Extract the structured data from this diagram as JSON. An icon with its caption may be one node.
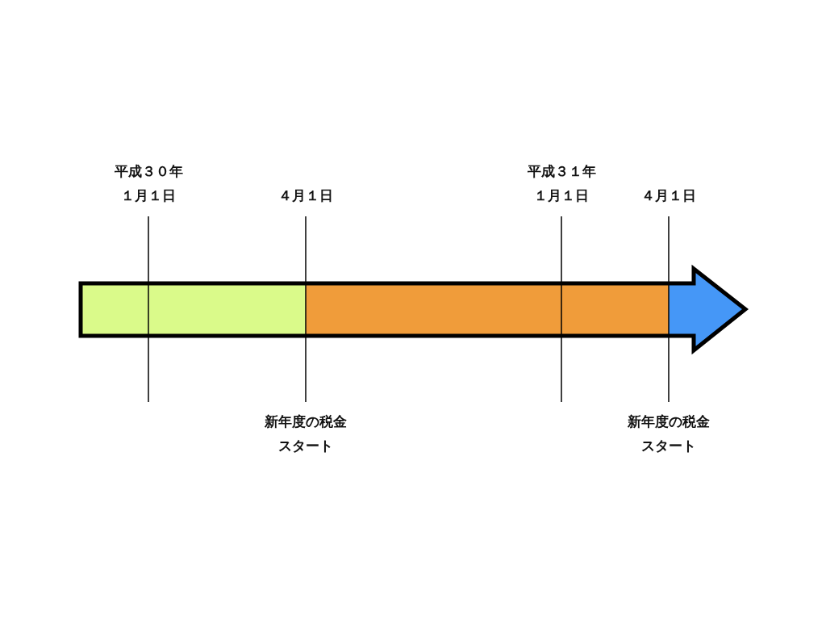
{
  "diagram": {
    "labels": [
      "平成３０年１月１日",
      "４月１日",
      "平成３１年１月１日",
      "４月１日",
      "新年度の税金スタート",
      "新年度の税金スタート"
    ]
  }
}
